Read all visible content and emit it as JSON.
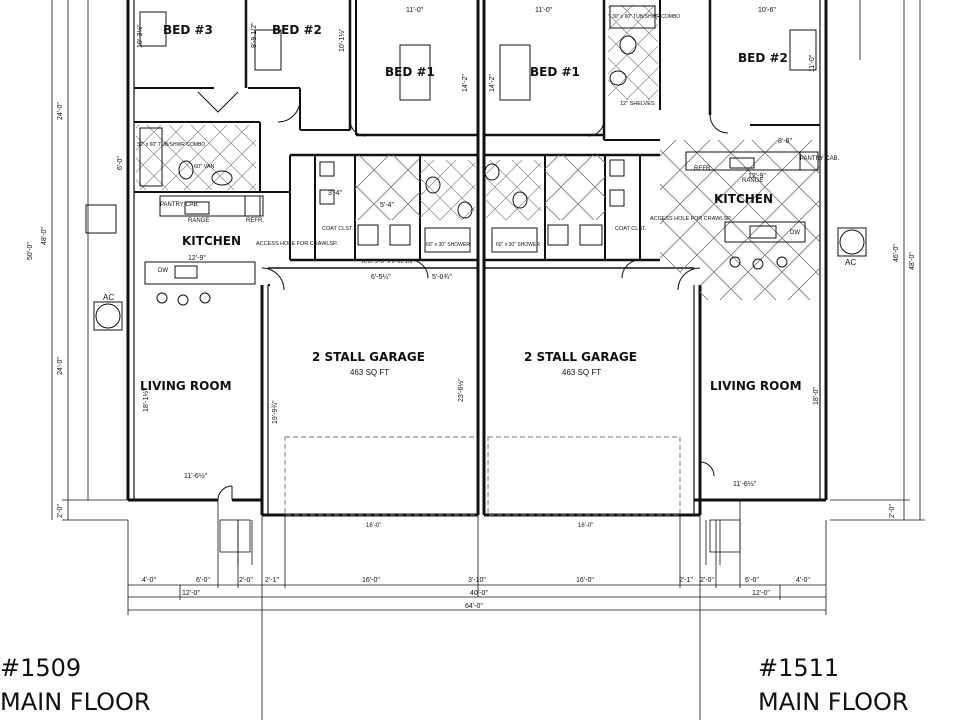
{
  "left_unit": {
    "number": "#1509",
    "floor": "MAIN FLOOR",
    "rooms": {
      "bed3": "BED #3",
      "bed2": "BED #2",
      "bed1": "BED #1",
      "kitchen": "KITCHEN",
      "living": "LIVING ROOM",
      "garage": "2 STALL GARAGE",
      "garage_area": "463 SQ FT"
    },
    "notes": {
      "pantry": "PANTRY CAB.",
      "range": "RANGE",
      "refr": "REFR.",
      "ac": "AC",
      "access": "ACCESS HOLE FOR CRAWLSP.",
      "coat": "COAT CLST.",
      "van": "60\" VAN",
      "tub": "30\" x 60\" TUB/SHWR COMBO",
      "shower": "60\" x 30\" SHOWER",
      "dw": "DW"
    },
    "dims": {
      "bed3_h": "10'-3½\"",
      "bed2_h": "8'-9 1/2\"",
      "bed2_w": "10'-1½\"",
      "bed1_w": "11'-0\"",
      "bed1_h": "14'-2\"",
      "side_top": "24'-0\"",
      "side_bottom": "24'-0\"",
      "side_total": "48'-0\"",
      "side_outer": "50'-0\"",
      "side_2": "2'-0\"",
      "bath_h": "6'-0\"",
      "kitchen_w": "12'-9\"",
      "living_h": "18'-1½\"",
      "living_w": "11'-6½\"",
      "garage_w1": "19'-9¾\"",
      "garage_h": "23'-6½\"",
      "door": "16'-0\"",
      "r1": [
        "4'-0\"",
        "6'-0\"",
        "2'-0\"",
        "2'-1\"",
        "16'-0\"",
        "3'-10\"",
        "16'-0\"",
        "2'-1\"",
        "2'-0\"",
        "6'-0\"",
        "4'-0\""
      ],
      "r2_left": "12'-0\"",
      "r2_mid": "40'-0\"",
      "r2_right": "12'-0\"",
      "r3": "64'-0\"",
      "closet1": "5'-4\"",
      "closet2": "3'-4\"",
      "hall": "6'-5¼\"",
      "hall2": "5'-0¾\"",
      "ro": "R.O. 5'-3\" x 6'-10 1/2\""
    }
  },
  "right_unit": {
    "number": "#1511",
    "floor": "MAIN FLOOR",
    "rooms": {
      "bed1": "BED #1",
      "bed2": "BED #2",
      "kitchen": "KITCHEN",
      "living": "LIVING ROOM",
      "garage": "2 STALL GARAGE",
      "garage_area": "463 SQ FT"
    },
    "notes": {
      "pantry": "PANTRY CAB.",
      "range": "RANGE",
      "refr": "REFR.",
      "ac": "AC",
      "access": "ACCESS HOLE FOR CRAWLSP.",
      "coat": "COAT CLST.",
      "shelves": "12\" SHELVES",
      "shower": "60\" x 30\" SHOWER",
      "tub": "30\" x 60\" TUB/SHWR COMBO",
      "dw": "DW"
    },
    "dims": {
      "bed1_w": "11'-0\"",
      "bed1_h": "14'-2\"",
      "bed2_w": "10'-6\"",
      "bed2_h": "11'-0\"",
      "side_total": "46'-0\"",
      "side_outer": "48'-0\"",
      "side_2": "2'-0\"",
      "kitchen_w": "12'-9\"",
      "living_h": "18'-0\"",
      "living_w": "11'-6½\"",
      "bed2_closet": "8'-6\"",
      "door": "16'-0\""
    }
  },
  "colors": {
    "line": "#111111",
    "hatch": "#555555",
    "paper": "#ffffff"
  }
}
